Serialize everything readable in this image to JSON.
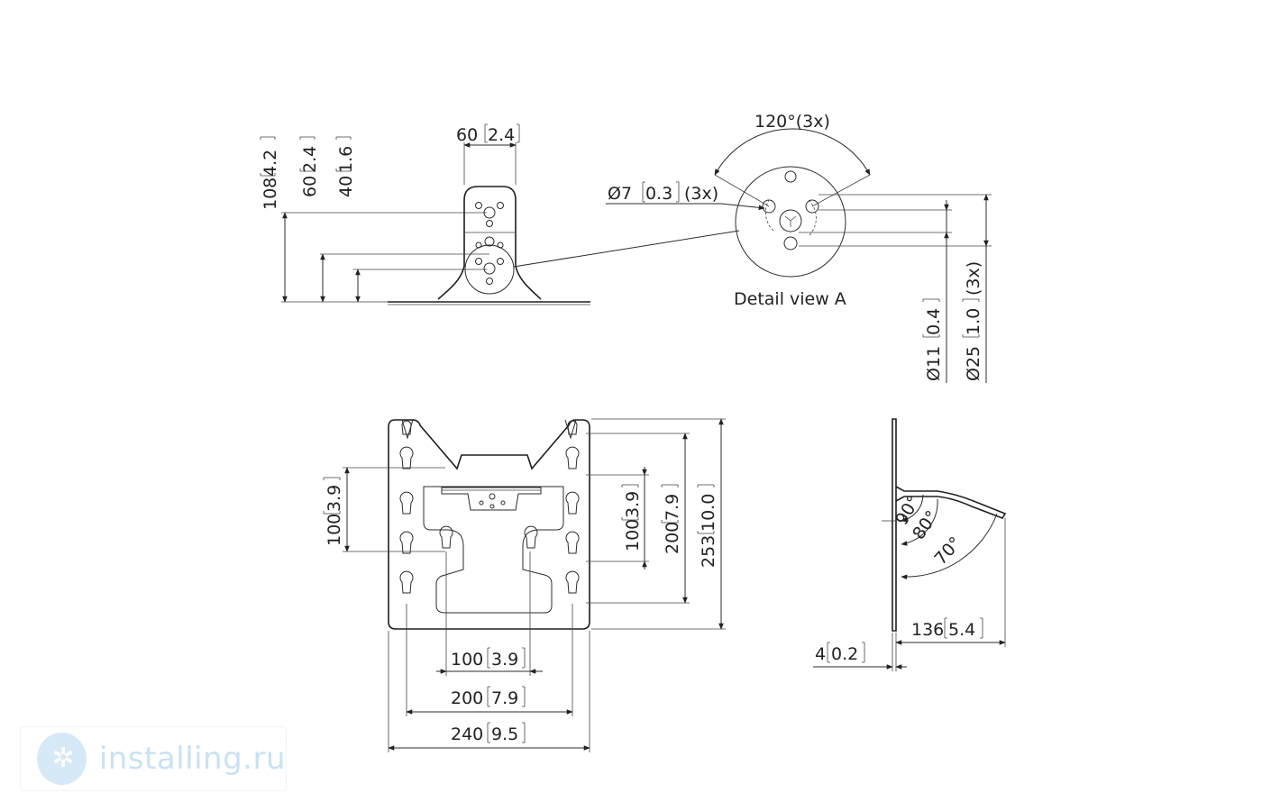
{
  "dimensions": {
    "d108": "108",
    "d108_in": "4.2",
    "d60v": "60",
    "d60v_in": "2.4",
    "d40": "40",
    "d40_in": "1.6",
    "d60h": "60",
    "d60h_in": "2.4",
    "angle120": "120°(3x)",
    "dia7": "Ø7",
    "dia7_in": "0.3",
    "dia7_count": "(3x)",
    "dia11": "Ø11",
    "dia11_in": "0.4",
    "dia25": "Ø25",
    "dia25_in": "1.0",
    "dia25_count": "(3x)",
    "d100_left": "100",
    "d100_left_in": "3.9",
    "d100_mid": "100",
    "d100_mid_in": "3.9",
    "d200_right": "200",
    "d200_right_in": "7.9",
    "d253": "253",
    "d253_in": "10.0",
    "d100_bottom": "100",
    "d100_bottom_in": "3.9",
    "d200_bottom": "200",
    "d200_bottom_in": "7.9",
    "d240": "240",
    "d240_in": "9.5",
    "a90": "90°",
    "a80": "80°",
    "a70": "70°",
    "d136": "136",
    "d136_in": "5.4",
    "d4": "4",
    "d4_in": "0.2"
  },
  "labels": {
    "detail": "Detail view A"
  },
  "watermark": {
    "text": "installing.ru",
    "logo_icon": "snowflake-icon"
  }
}
